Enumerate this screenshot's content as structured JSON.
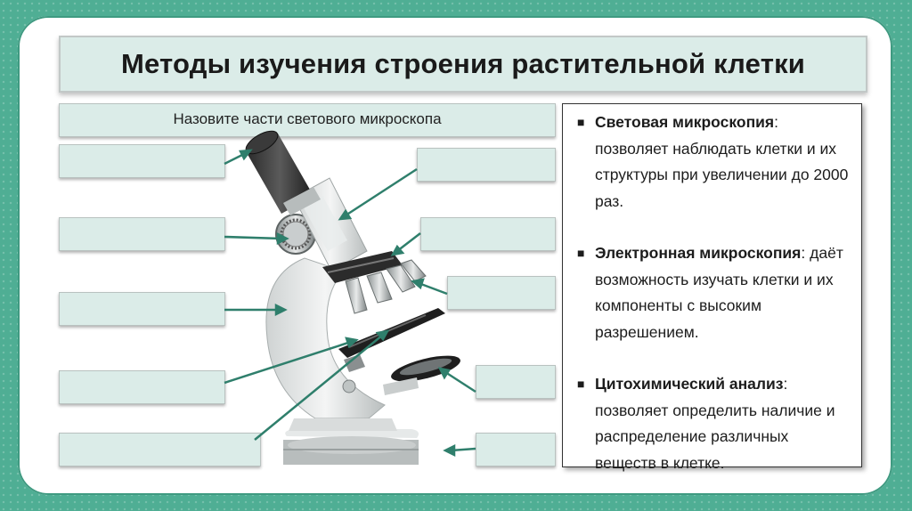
{
  "slide": {
    "title": "Методы изучения строения растительной клетки",
    "prompt": "Назовите части светового микроскопа"
  },
  "methods": [
    {
      "name": "Световая микроскопия",
      "sep": ":",
      "description": "позволяет наблюдать клетки и их структуры при увеличении до 2000 раз."
    },
    {
      "name": "Электронная микроскопия",
      "sep": ":",
      "description": "даёт возможность изучать клетки и их компоненты с высоким разрешением."
    },
    {
      "name": "Цитохимический анализ",
      "sep": ":",
      "description": "позволяет определить наличие и распределение различных веществ в клетке."
    }
  ],
  "colors": {
    "frame": "#4fae94",
    "box_fill": "#dbece8",
    "arrow": "#2f7f6c"
  },
  "icons": {
    "bullet": "■"
  }
}
